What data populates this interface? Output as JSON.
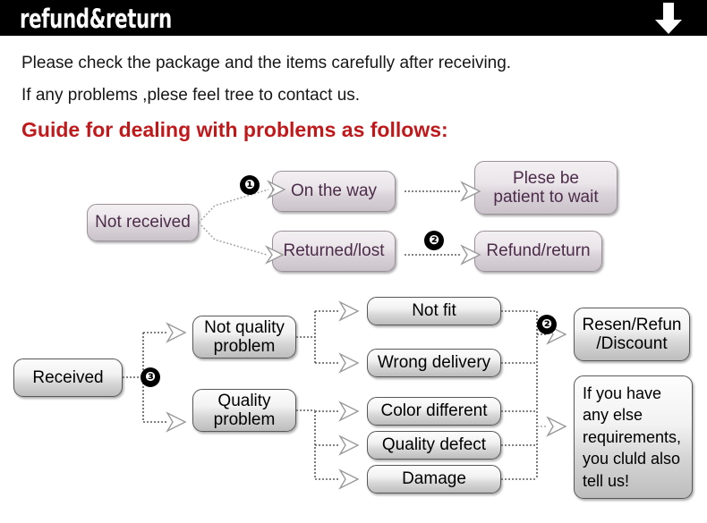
{
  "header": {
    "title": "refund&return",
    "arrow_icon": "down-arrow-icon",
    "background_color": "#000000",
    "text_color": "#ffffff"
  },
  "intro": {
    "line1": "Please check the package and the items carefully after receiving.",
    "line2": "If any problems ,plese feel tree to contact us.",
    "guide_heading": "Guide for dealing with problems as follows:",
    "guide_color": "#c0191c"
  },
  "flow_not_received": {
    "start": "Not received",
    "branch_on_the_way": "On the way",
    "branch_returned_lost": "Returned/lost",
    "result_wait": "Plese be\npatient to wait",
    "result_refund": "Refund/return",
    "badge_1": "❶",
    "badge_2": "❷",
    "text_color": "#4c2c4a"
  },
  "flow_received": {
    "start": "Received",
    "badge_3": "❸",
    "badge_2": "❷",
    "category_not_quality": "Not quality\nproblem",
    "category_quality": "Quality\nproblem",
    "issues_not_quality": [
      "Not fit",
      "Wrong delivery"
    ],
    "issues_quality": [
      "Color different",
      "Quality defect",
      "Damage"
    ],
    "result_resend": "Resen/Refun\n/Discount",
    "result_note": "If you have\nany else\nrequirements,\nyou cluld also\ntell us!",
    "text_color": "#000000"
  }
}
